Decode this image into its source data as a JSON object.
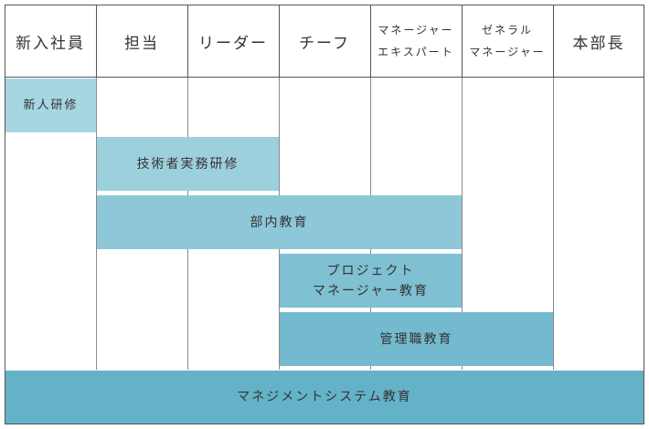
{
  "columns": [
    {
      "label": "新入社員"
    },
    {
      "label": "担当"
    },
    {
      "label": "リーダー"
    },
    {
      "label": "チーフ"
    },
    {
      "label": "マネージャー\nエキスパート"
    },
    {
      "label": "ゼネラル\nマネージャー"
    },
    {
      "label": "本部長"
    }
  ],
  "programs": [
    {
      "label": "新人研修",
      "color": "#a6d6e2"
    },
    {
      "label": "技術者実務研修",
      "color": "#9dd0dd"
    },
    {
      "label": "部内教育",
      "color": "#8ec8d8"
    },
    {
      "label": "プロジェクト\nマネージャー教育",
      "color": "#7fc0d3"
    },
    {
      "label": "管理職教育",
      "color": "#74bacf"
    },
    {
      "label": "マネジメントシステム教育",
      "color": "#64b2c8"
    }
  ]
}
